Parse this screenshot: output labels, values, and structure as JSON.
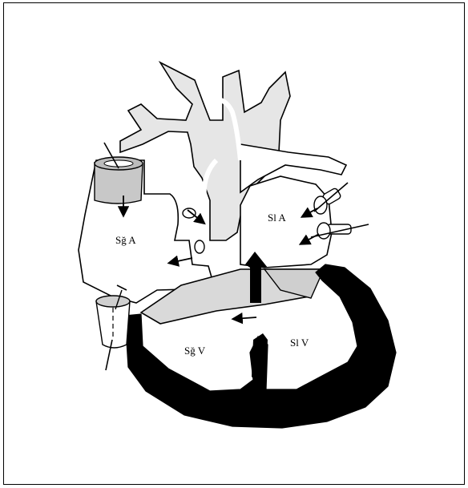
{
  "labels": {
    "right_atrium": "Sğ A",
    "left_atrium": "Sl A",
    "right_ventricle": "Sğ V",
    "left_ventricle": "Sl V"
  },
  "colors": {
    "outline": "#000000",
    "vessel_fill": "#e0e0e0",
    "vessel_core": "#ffffff",
    "myocardium": "#000000",
    "valve_fill": "#d9d9d9"
  },
  "icons": [
    "arrow-icon",
    "cannula-icon",
    "clamp-icon"
  ]
}
